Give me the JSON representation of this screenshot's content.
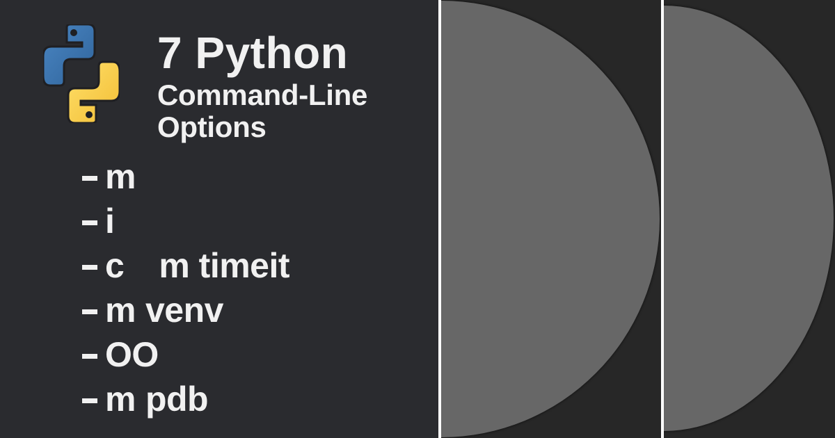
{
  "title": {
    "line1": "7 Python",
    "line2": "Command-Line",
    "line3": "Options"
  },
  "logo": {
    "icon": "python-logo-icon",
    "colors": {
      "blue": "#3a72ab",
      "yellow": "#f7cf48"
    }
  },
  "options": [
    {
      "flag": "m",
      "arg": ""
    },
    {
      "flag": "i",
      "arg": ""
    },
    {
      "flag": "c",
      "arg": "m timeit"
    },
    {
      "flag": "m",
      "arg": "venv"
    },
    {
      "flag": "OO",
      "arg": ""
    },
    {
      "flag": "m",
      "arg": "pdb"
    }
  ],
  "colors": {
    "left_background": "#2a2b2f",
    "right_background": "#272727",
    "shape_grey": "#676767",
    "divider": "#ffffff",
    "text": "#f1f1f1"
  }
}
